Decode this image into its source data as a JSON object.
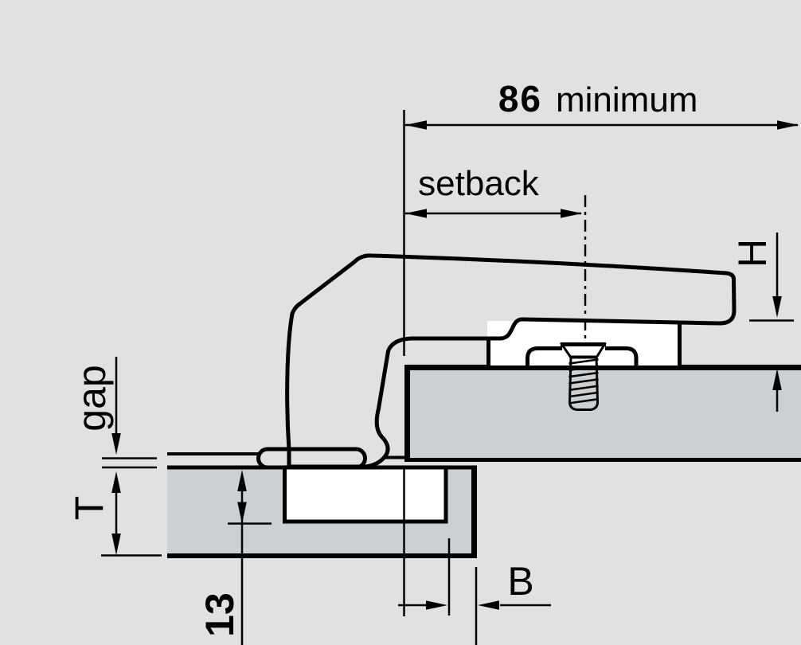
{
  "diagram": {
    "type": "technical-drawing",
    "subject": "concealed cabinet hinge cross-section with minimum space and boring dimensions",
    "colors": {
      "background": "#e0e1e2",
      "panel_fill": "#cdd0d2",
      "line": "#000000",
      "part_fill": "#ffffff"
    },
    "dimensions": {
      "min_space": {
        "value": "86",
        "label": "minimum"
      },
      "setback": {
        "label": "setback"
      },
      "plate_height": {
        "label": "H"
      },
      "gap": {
        "label": "gap"
      },
      "door_thickness": {
        "label": "T"
      },
      "bore_depth": {
        "value": "13"
      },
      "bore_distance": {
        "label": "B"
      }
    }
  }
}
